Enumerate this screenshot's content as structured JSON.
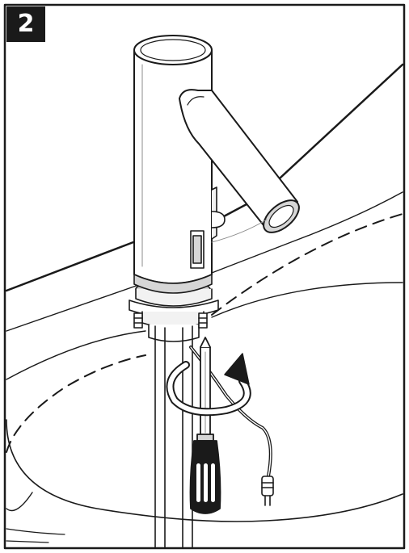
{
  "step": {
    "number": "2"
  },
  "colors": {
    "ink": "#1a1a1a",
    "badge_bg": "#1a1a1a",
    "badge_text": "#ffffff",
    "fill_light": "#f2f2f2",
    "fill_mid": "#d6d6d6",
    "fill_dark": "#8c8c8c",
    "background": "#ffffff"
  },
  "parts": {
    "faucet_body": "faucet-body",
    "spout": "faucet-spout",
    "sensor_window": "sensor-window",
    "mounting_nut": "mounting-nut",
    "screwdriver": "screwdriver",
    "rotation_arrow": "clockwise-rotation-arrow",
    "sensor_cable": "sensor-cable",
    "cable_connector": "cable-connector",
    "countertop": "countertop-surface",
    "basin_outline": "hidden-basin-outline"
  }
}
